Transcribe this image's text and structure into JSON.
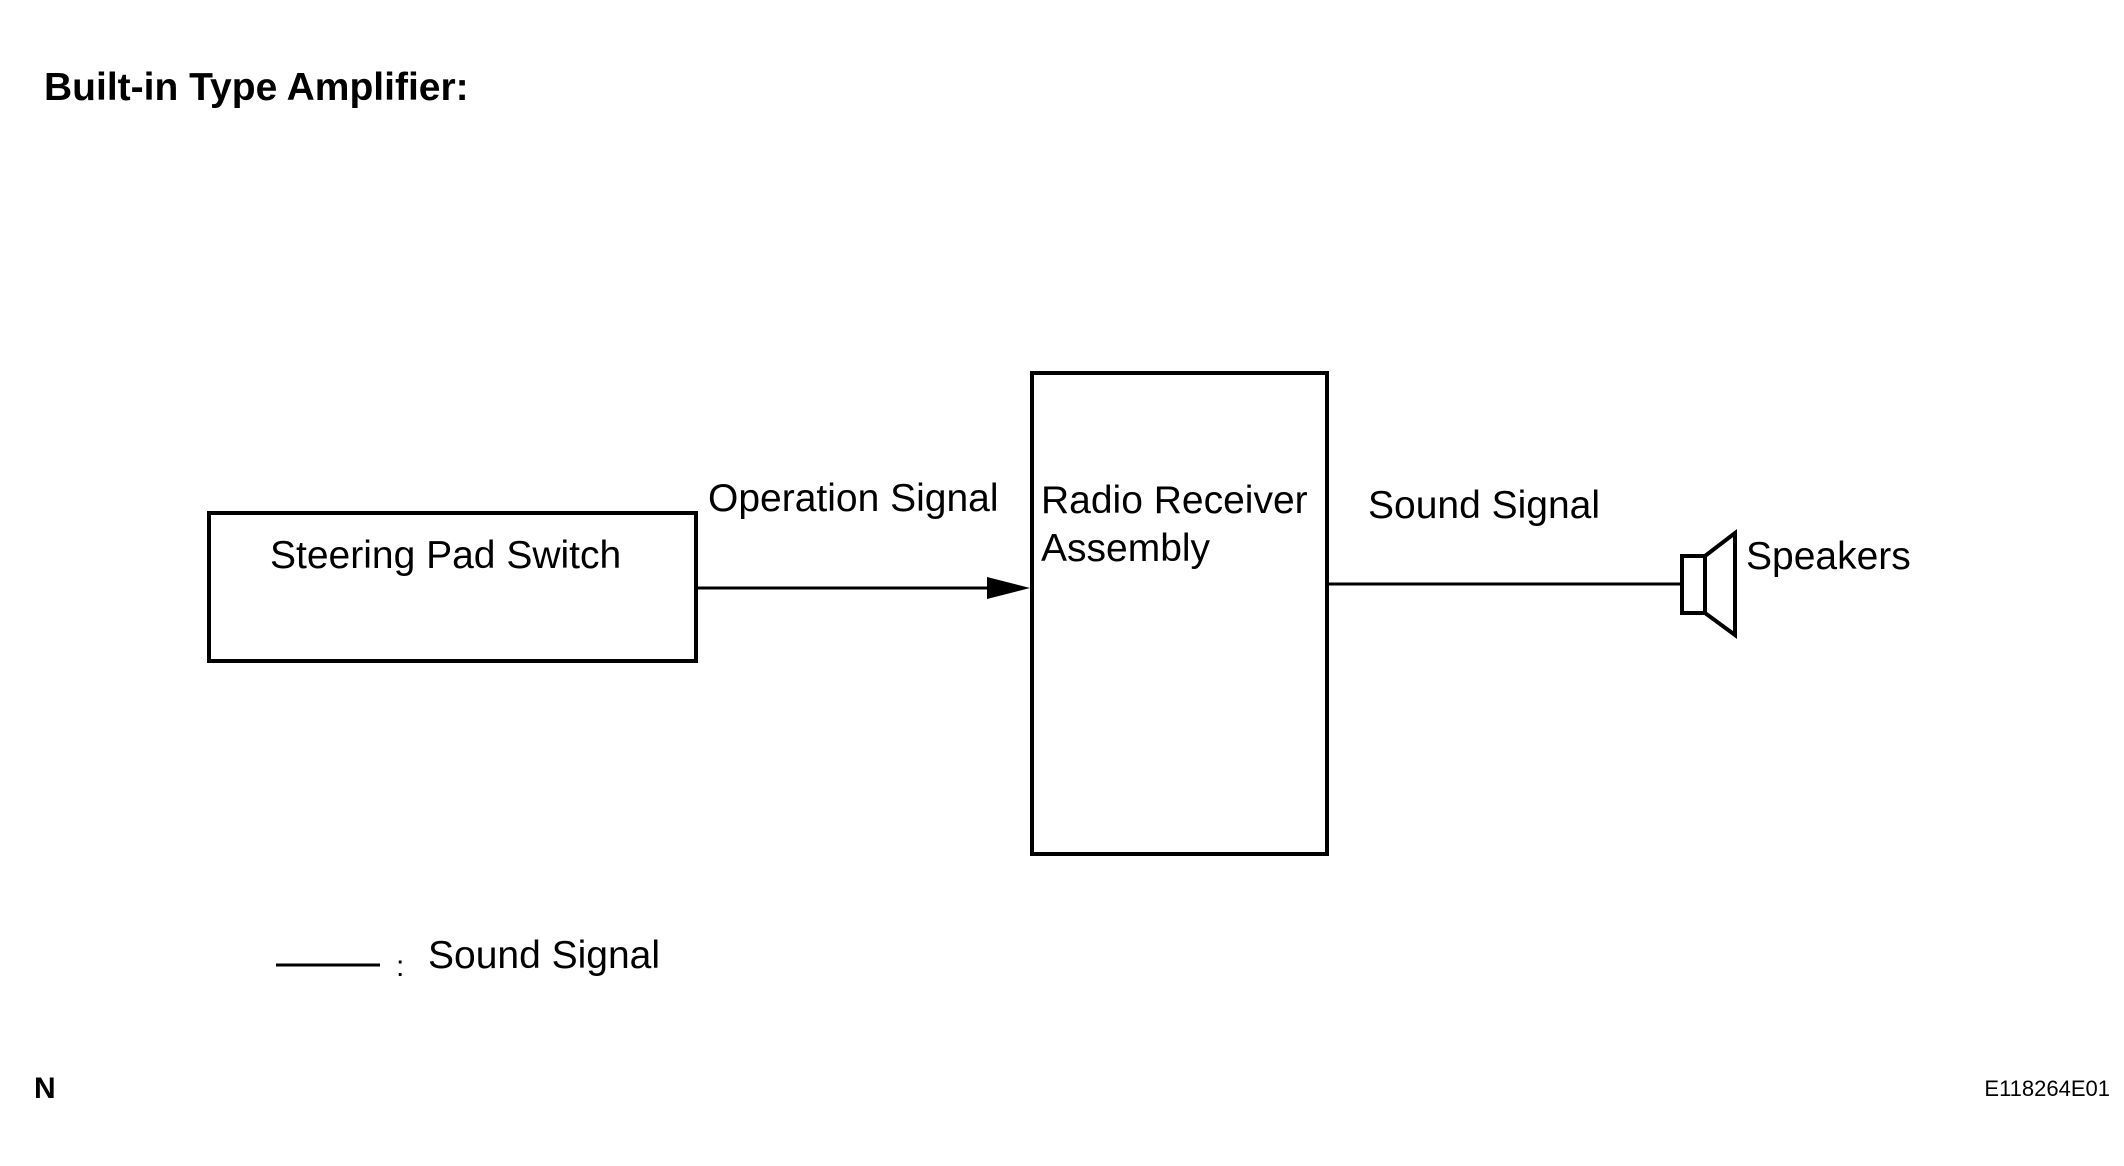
{
  "title": "Built-in Type Amplifier:",
  "blocks": {
    "steering_pad_switch": "Steering Pad Switch",
    "radio_receiver_line1": "Radio Receiver",
    "radio_receiver_line2": "Assembly",
    "speakers": "Speakers"
  },
  "signals": {
    "operation_signal": "Operation Signal",
    "sound_signal": "Sound Signal"
  },
  "legend": {
    "colon": ":",
    "label": "Sound Signal"
  },
  "corner_mark": "N",
  "figure_code": "E118264E01",
  "icons": {
    "speaker": "speaker-icon",
    "arrow": "arrow-head-icon"
  }
}
